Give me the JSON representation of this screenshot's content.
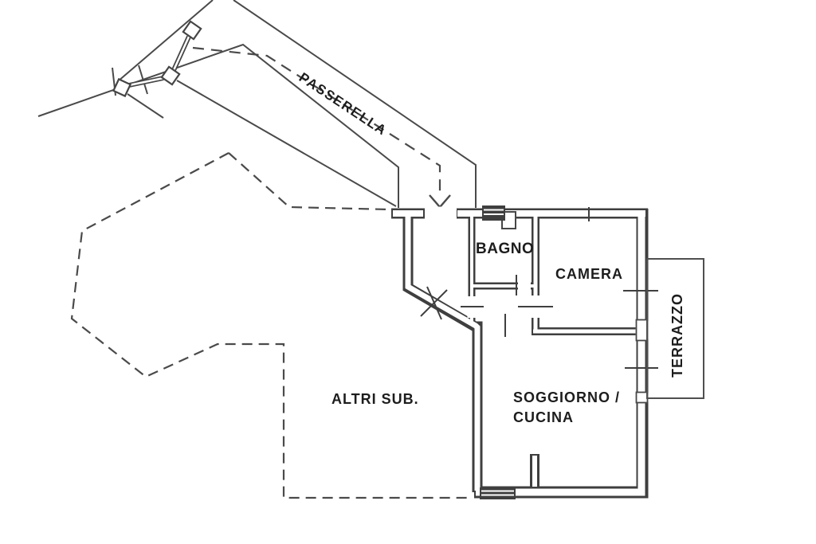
{
  "meta": {
    "type": "floor-plan-scan",
    "background_color": "#ffffff",
    "line_color": "#474747",
    "wall_color": "#3f3f3f",
    "text_color": "#1d1d1d"
  },
  "labels": {
    "passerella": "PASSERELLA",
    "bagno": "BAGNO",
    "camera": "CAMERA",
    "terrazzo": "TERRAZZO",
    "altri_sub": "ALTRI SUB.",
    "soggiorno_line1": "SOGGIORNO /",
    "soggiorno_line2": "CUCINA"
  }
}
